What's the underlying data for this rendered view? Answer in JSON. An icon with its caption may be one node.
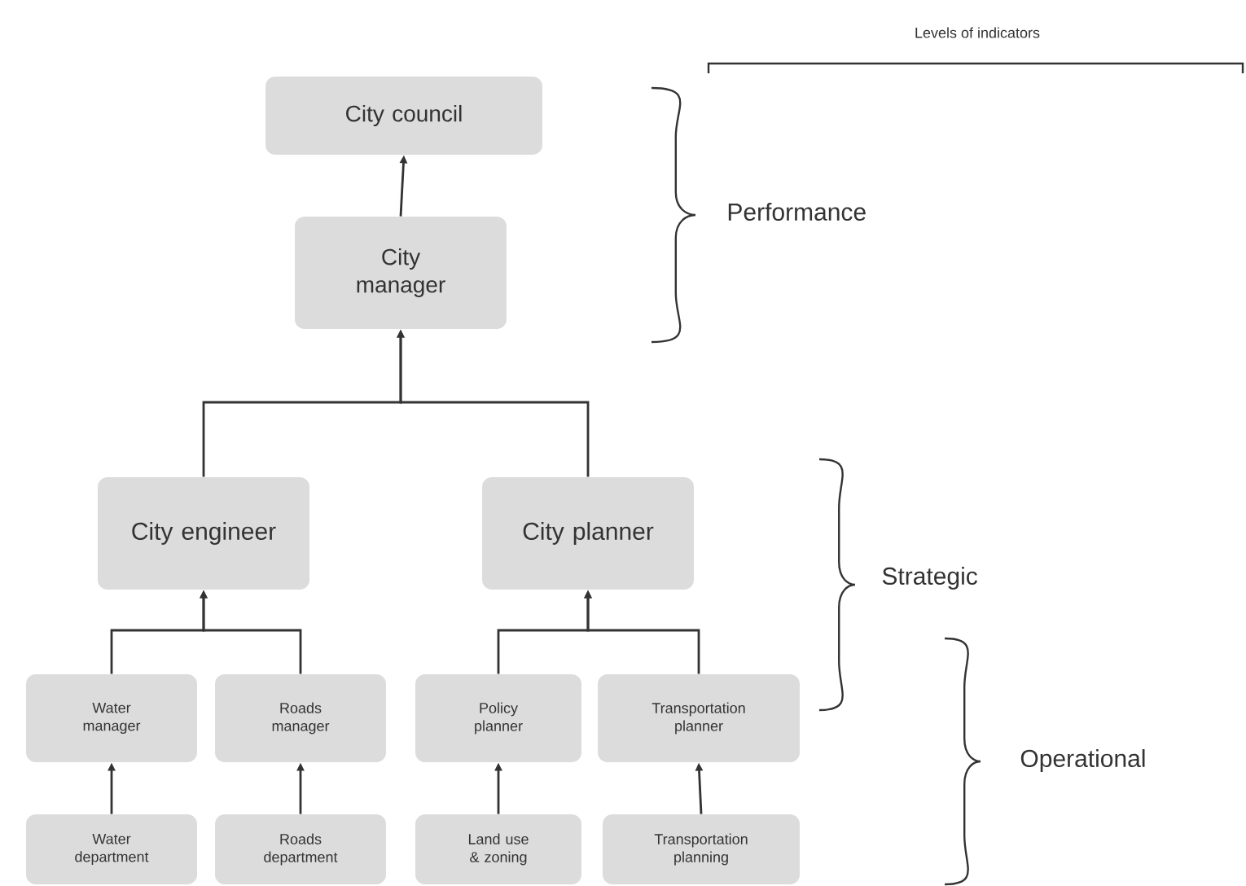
{
  "diagram": {
    "nodes": [
      {
        "text": [
          "City council"
        ]
      },
      {
        "text": [
          "City manager"
        ]
      },
      {
        "text": [
          "City engineer"
        ]
      },
      {
        "text": [
          "City planner"
        ]
      },
      {
        "text": [
          "Water manager"
        ]
      },
      {
        "text": [
          "Roads manager"
        ]
      },
      {
        "text": [
          "Policy planner"
        ]
      },
      {
        "text": [
          "Transportation planner"
        ]
      },
      {
        "text": [
          "Water department"
        ]
      },
      {
        "text": [
          "Roads department"
        ]
      },
      {
        "text": [
          "Land use & zoning"
        ]
      },
      {
        "text": [
          "Transportation planning"
        ]
      }
    ],
    "edges": [
      {
        "from": 1,
        "to": 0,
        "arrow": "to"
      },
      {
        "from": 2,
        "to": 1,
        "arrow": "to"
      },
      {
        "from": 3,
        "to": 1,
        "arrow": "to"
      },
      {
        "from": 4,
        "to": 2,
        "arrow": "to"
      },
      {
        "from": 5,
        "to": 2,
        "arrow": "to"
      },
      {
        "from": 6,
        "to": 3,
        "arrow": "to"
      },
      {
        "from": 7,
        "to": 3,
        "arrow": "to"
      },
      {
        "from": 8,
        "to": 4,
        "arrow": "to"
      },
      {
        "from": 9,
        "to": 5,
        "arrow": "to"
      },
      {
        "from": 10,
        "to": 6,
        "arrow": "to"
      },
      {
        "from": 11,
        "to": 7,
        "arrow": "to"
      }
    ],
    "labels": [
      "Levels of indicators",
      "Performance",
      "Strategic",
      "Operational"
    ]
  }
}
